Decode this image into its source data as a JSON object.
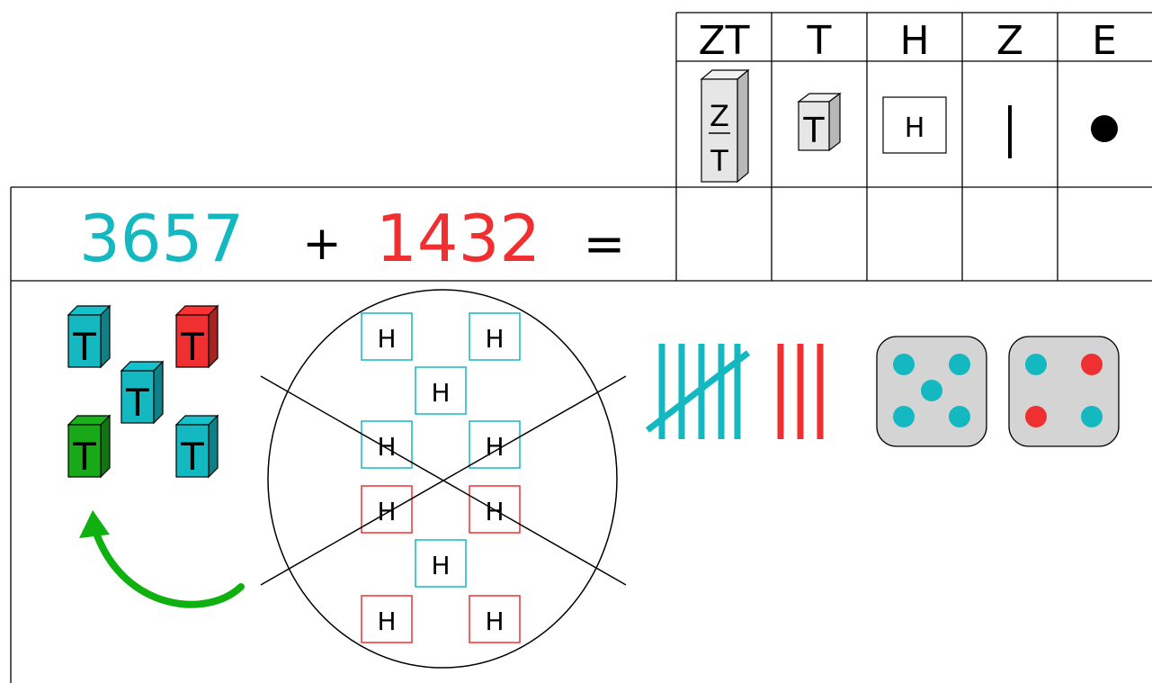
{
  "place_value_table": {
    "headers": [
      "ZT",
      "T",
      "H",
      "Z",
      "E"
    ],
    "symbols": {
      "zt_label_top": "Z",
      "zt_label_bottom": "T",
      "t_label": "T",
      "h_label": "H"
    }
  },
  "equation": {
    "first_number": "3657",
    "operator": "+",
    "second_number": "1432",
    "equals": "="
  },
  "blocks": {
    "thousand_label": "T",
    "hundred_label": "H"
  },
  "colors": {
    "teal": "#14b8c0",
    "red": "#f03030",
    "green": "#18a818",
    "arrow_green": "#10b010",
    "die_gray": "#d4d4d4",
    "cube_gray": "#e6e6e6"
  },
  "icons": [
    "zt-rod-icon",
    "t-cube-icon",
    "h-square-icon",
    "z-stick-icon",
    "e-dot-icon",
    "arrow-icon",
    "die-icon"
  ]
}
